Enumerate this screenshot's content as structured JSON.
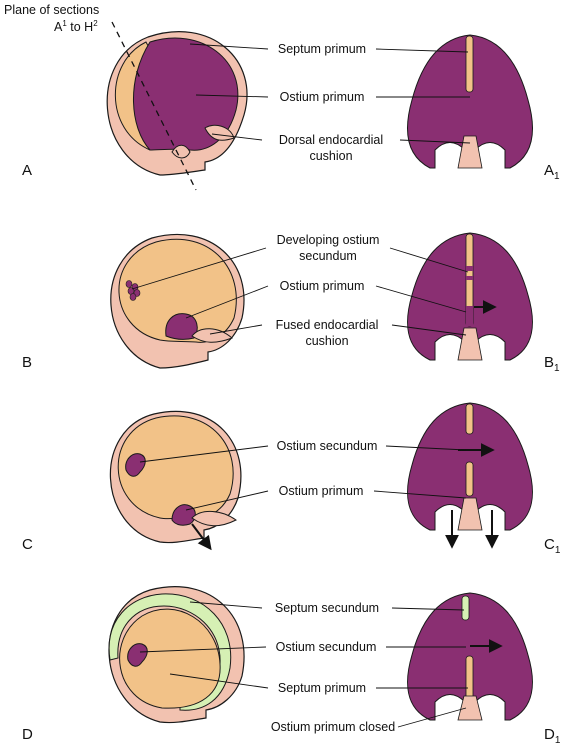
{
  "colors": {
    "purple": "#8a2f72",
    "purple_dark": "#5e1d4c",
    "tan": "#f2c288",
    "tan_dark": "#d9a25f",
    "pink": "#f2c2b0",
    "pink_dark": "#b77b6c",
    "green": "#d6f0b4",
    "outline": "#1a1a1a"
  },
  "plane": {
    "title": "Plane of sections",
    "range_a": "A",
    "range_a_sup": "1",
    "range_to": " to H",
    "range_h_sup": "2"
  },
  "panels": [
    {
      "letter": "A",
      "right_letter": "A",
      "right_sub": "1",
      "labels": [
        "Septum primum",
        "Ostium primum",
        "Dorsal endocardial",
        "cushion"
      ]
    },
    {
      "letter": "B",
      "right_letter": "B",
      "right_sub": "1",
      "labels": [
        "Developing ostium",
        "secundum",
        "Ostium primum",
        "Fused endocardial",
        "cushion"
      ]
    },
    {
      "letter": "C",
      "right_letter": "C",
      "right_sub": "1",
      "labels": [
        "Ostium secundum",
        "Ostium primum"
      ]
    },
    {
      "letter": "D",
      "right_letter": "D",
      "right_sub": "1",
      "labels": [
        "Septum secundum",
        "Ostium secundum",
        "Septum primum",
        "Ostium primum closed"
      ]
    }
  ]
}
